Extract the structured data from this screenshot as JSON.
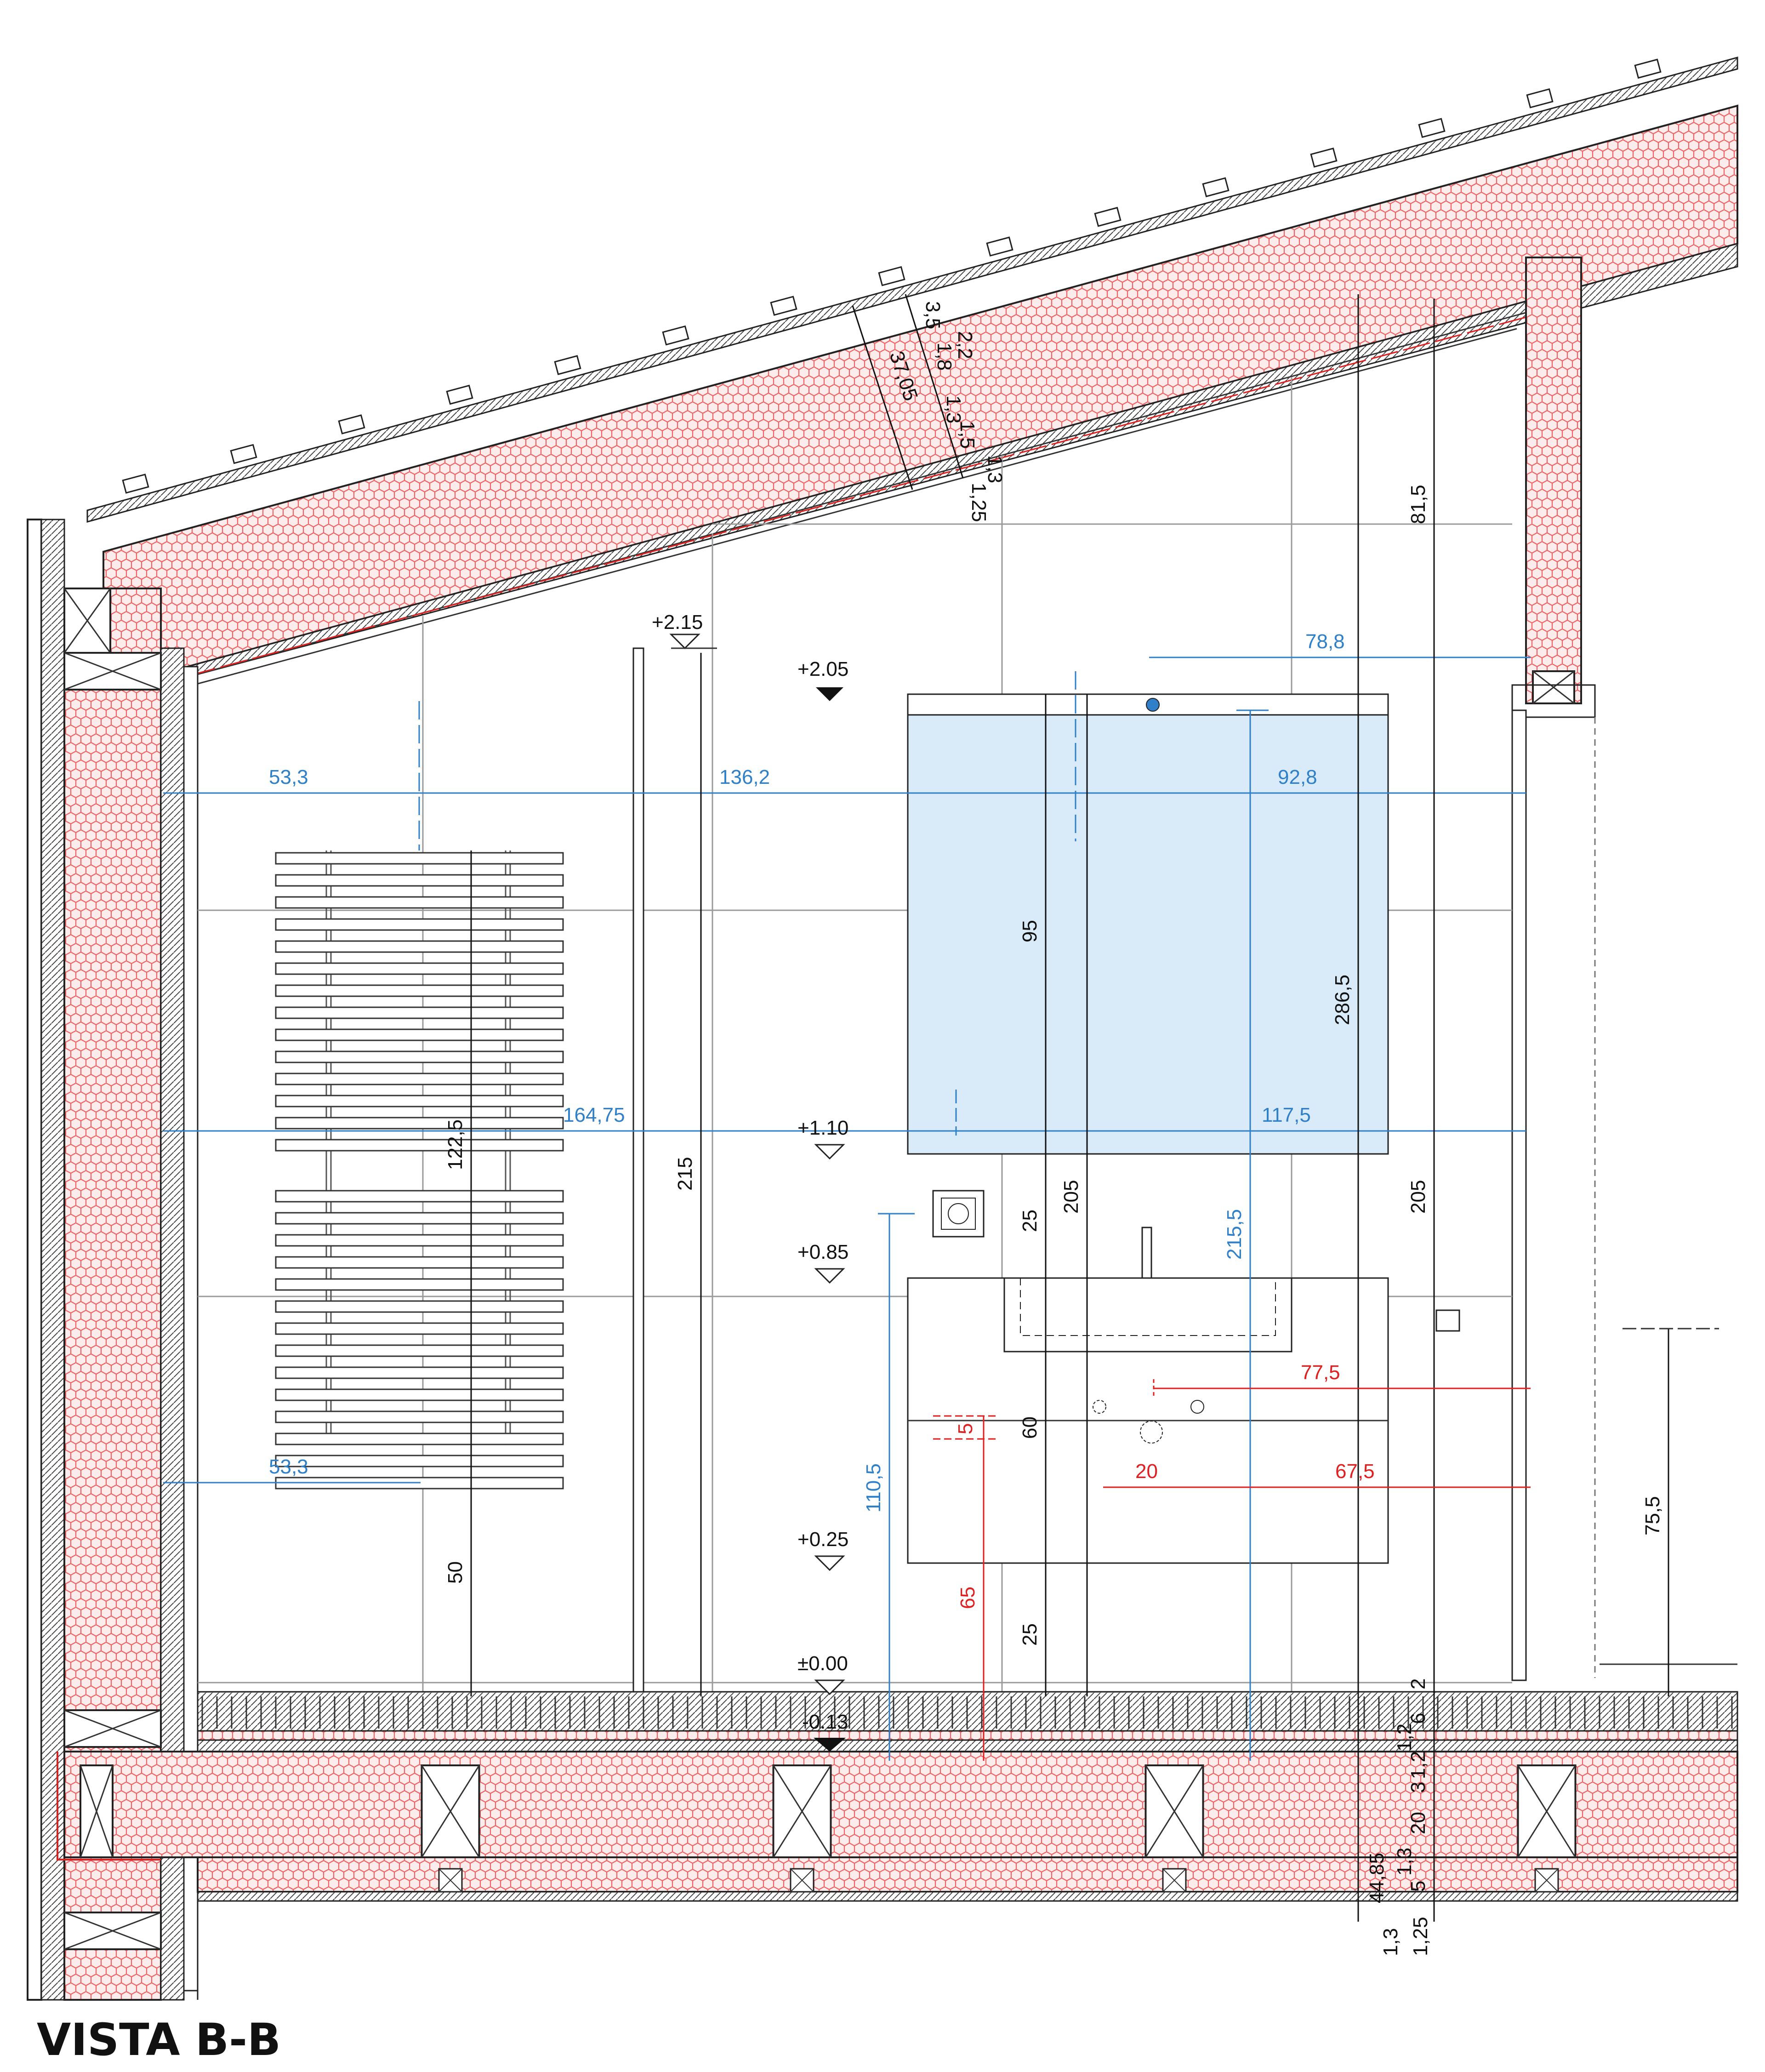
{
  "title": "VISTA B-B",
  "colors": {
    "insulation": "#f06060",
    "insulation_bg": "#fdecec",
    "mirror": "#d9ebf9",
    "dim_blue": "#2f80c8",
    "dim_red": "#e02020",
    "line": "#111111"
  },
  "levels": {
    "l215": "+2.15",
    "l205": "+2.05",
    "l110": "+1.10",
    "l085": "+0.85",
    "l025": "+0.25",
    "l000": "±0.00",
    "lm013": "-0.13"
  },
  "roof_dims": {
    "d1": "3,5",
    "d2": "2,2",
    "d3": "1,8",
    "d4": "37,05",
    "d5": "1,3",
    "d6": "1,5",
    "d7": "1,3",
    "d8": "1,25"
  },
  "blue_dims": {
    "h1_left": "53,3",
    "h1_mid": "136,2",
    "h1_right": "92,8",
    "top": "78,8",
    "h2_left": "164,75",
    "h2_right": "117,5",
    "low_left": "53,3",
    "vert_1105": "110,5",
    "vert_2155": "215,5"
  },
  "black_dims": {
    "v815": "81,5",
    "v2865": "286,5",
    "v95": "95",
    "v205a": "205",
    "v205b": "205",
    "v25a": "25",
    "v25b": "25",
    "v60": "60",
    "v215": "215",
    "v1225": "122,5",
    "v50": "50",
    "v755": "75,5",
    "v4485": "44,85"
  },
  "floor_dims": {
    "f2": "2",
    "f6": "6",
    "f12a": "1,2",
    "f12b": "1,2",
    "f3": "3",
    "f20": "20",
    "f13a": "1,3",
    "f5": "5",
    "f13b": "1,3",
    "f125": "1,25"
  },
  "red_dims": {
    "r775": "77,5",
    "r675": "67,5",
    "r20": "20",
    "r5": "5",
    "r65": "65"
  }
}
